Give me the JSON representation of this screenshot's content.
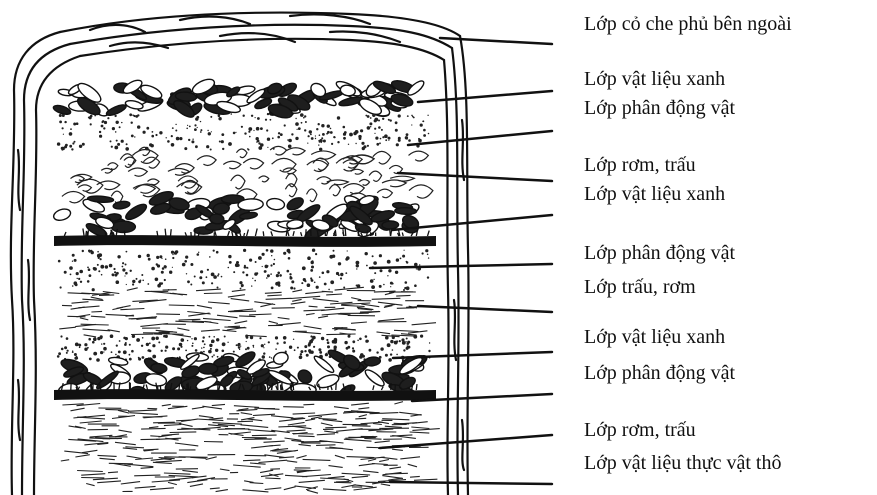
{
  "diagram": {
    "labels": [
      "Lớp cỏ che phủ bên ngoài",
      "Lớp vật liệu xanh",
      "Lớp phân động vật",
      "Lớp rơm, trấu",
      "Lớp vật liệu xanh",
      "Lớp phân động vật",
      "Lớp trấu, rơm",
      "Lớp vật liệu xanh",
      "Lớp phân động vật",
      "Lớp rơm,  trấu",
      "Lớp vật liệu thực vật thô"
    ],
    "line_color": "#111111",
    "background": "#ffffff"
  }
}
